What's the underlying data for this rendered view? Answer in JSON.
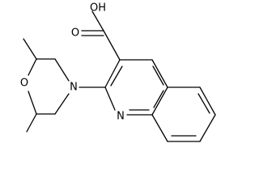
{
  "molecule": {
    "atom_labels": {
      "hydroxyl": "OH",
      "carbonyl_oxygen": "O",
      "morpholine_nitrogen": "N",
      "morpholine_oxygen": "O",
      "quinoline_nitrogen": "N"
    }
  }
}
